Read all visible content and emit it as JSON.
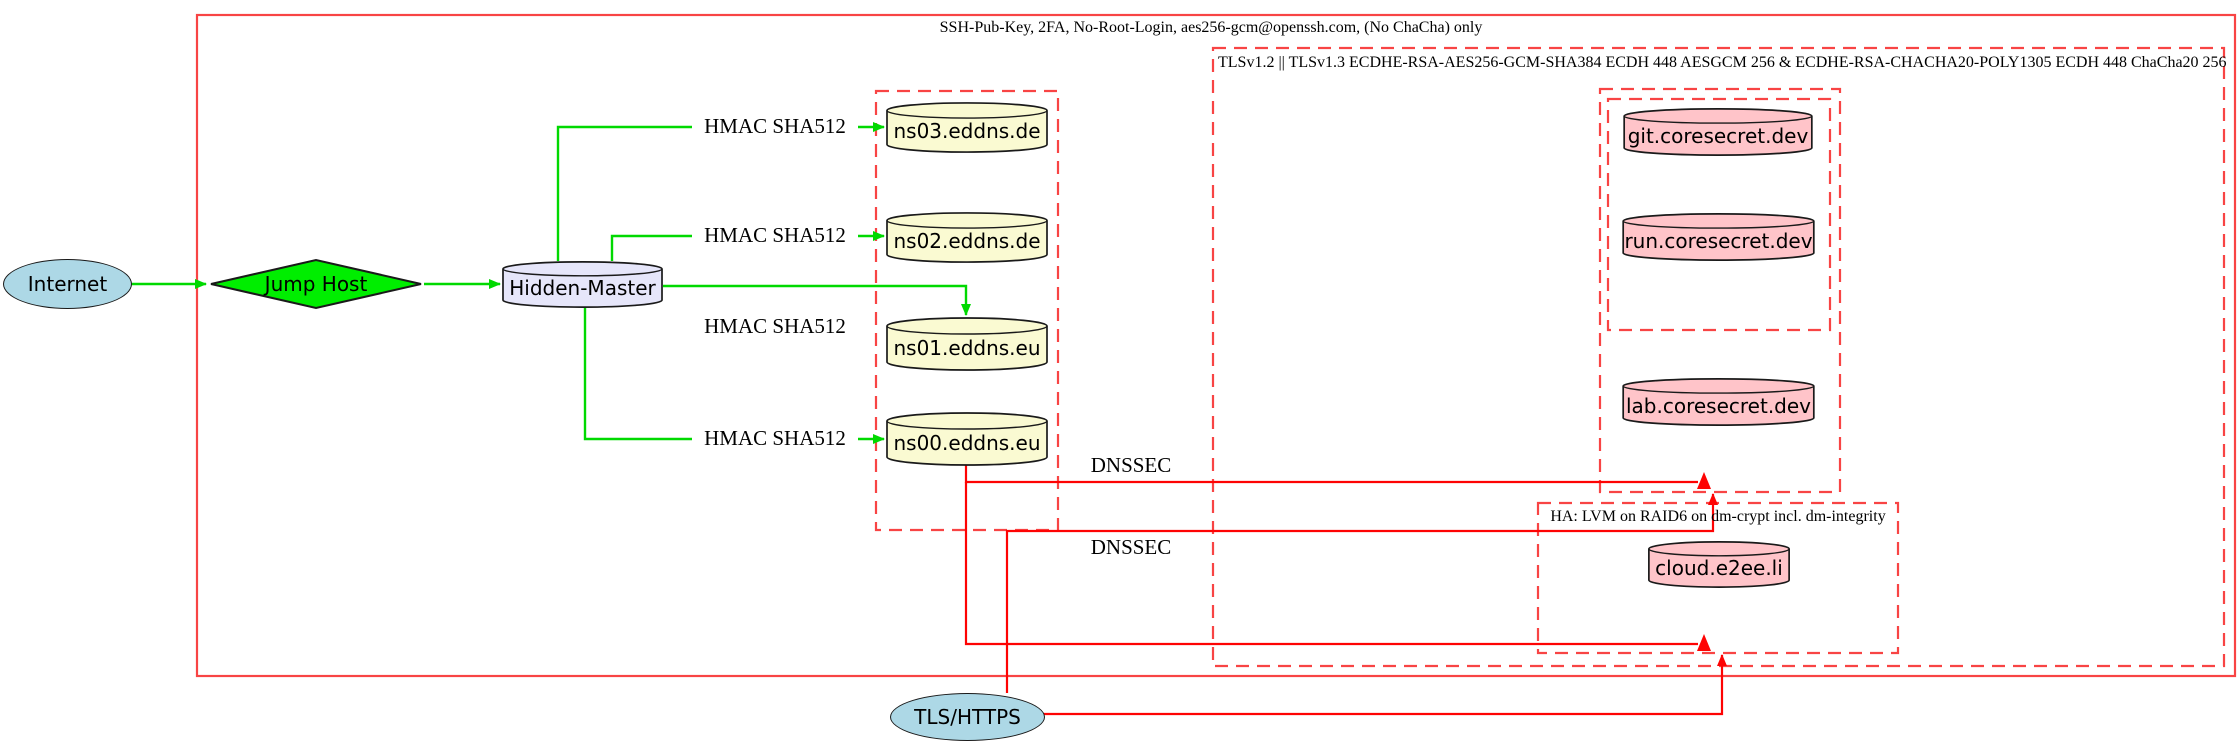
{
  "diagram": {
    "title": "DNS / hosting security architecture diagram",
    "clusters": {
      "ssh": {
        "label": "SSH-Pub-Key, 2FA, No-Root-Login, aes256-gcm@openssh.com, (No ChaCha) only"
      },
      "tls": {
        "label": "TLSv1.2 || TLSv1.3 ECDHE-RSA-AES256-GCM-SHA384 ECDH 448 AESGCM 256 & ECDHE-RSA-CHACHA20-POLY1305 ECDH 448 ChaCha20 256"
      },
      "ha": {
        "label": "HA: LVM on RAID6 on dm-crypt incl. dm-integrity"
      }
    },
    "nodes": {
      "internet": {
        "label": "Internet",
        "shape": "ellipse",
        "fill": "#add8e6"
      },
      "jump_host": {
        "label": "Jump Host",
        "shape": "diamond",
        "fill": "#00ee00"
      },
      "hidden_master": {
        "label": "Hidden-Master",
        "shape": "cylinder",
        "fill": "#e6e6fa"
      },
      "ns03": {
        "label": "ns03.eddns.de",
        "shape": "cylinder",
        "fill": "#fafad2"
      },
      "ns02": {
        "label": "ns02.eddns.de",
        "shape": "cylinder",
        "fill": "#fafad2"
      },
      "ns01": {
        "label": "ns01.eddns.eu",
        "shape": "cylinder",
        "fill": "#fafad2"
      },
      "ns00": {
        "label": "ns00.eddns.eu",
        "shape": "cylinder",
        "fill": "#fafad2"
      },
      "git": {
        "label": "git.coresecret.dev",
        "shape": "cylinder",
        "fill": "#ffc4c9"
      },
      "run": {
        "label": "run.coresecret.dev",
        "shape": "cylinder",
        "fill": "#ffc4c9"
      },
      "lab": {
        "label": "lab.coresecret.dev",
        "shape": "cylinder",
        "fill": "#ffc4c9"
      },
      "cloud": {
        "label": "cloud.e2ee.li",
        "shape": "cylinder",
        "fill": "#ffc4c9"
      },
      "tls_https": {
        "label": "TLS/HTTPS",
        "shape": "ellipse",
        "fill": "#add8e6"
      }
    },
    "edge_labels": {
      "hmac1": "HMAC SHA512",
      "hmac2": "HMAC SHA512",
      "hmac3": "HMAC SHA512",
      "hmac4": "HMAC SHA512",
      "dnssec1": "DNSSEC",
      "dnssec2": "DNSSEC"
    }
  },
  "colors": {
    "lightblue": "#add8e6",
    "lavender": "#e6e6fa",
    "lightyellow": "#fafad2",
    "pink": "#ffc4c9",
    "green-node": "#00ee00",
    "green-edge": "#00d900",
    "red-box": "#f84444",
    "red-edge": "#fe0303"
  }
}
